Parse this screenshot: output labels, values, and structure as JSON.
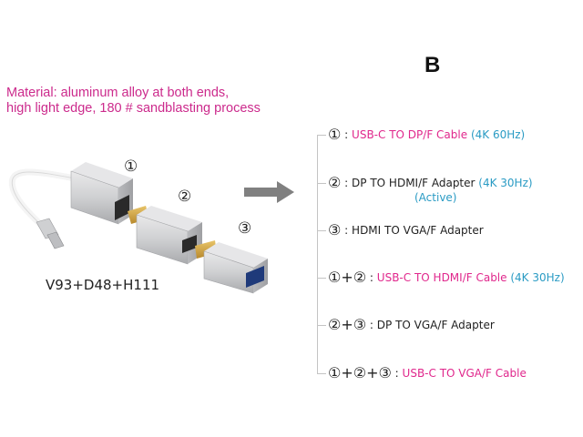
{
  "letter": "B",
  "material": {
    "line1": "Material: aluminum alloy at both ends,",
    "line2": "high light edge, 180 # sandblasting process"
  },
  "model": "V93+D48+H111",
  "markers": {
    "m1": "①",
    "m2": "②",
    "m3": "③"
  },
  "colors": {
    "pink": "#e0278c",
    "teal": "#2a9bc4",
    "magenta_text": "#cc2a8c"
  },
  "items": [
    {
      "prefix": "①",
      "sep": ":",
      "main": "USB-C TO DP/F Cable",
      "extra": "(4K 60Hz)"
    },
    {
      "prefix": "②",
      "sep": ":",
      "main": "DP TO HDMI/F Adapter",
      "extra": "(4K 30Hz)",
      "extra2": "(Active)"
    },
    {
      "prefix": "③",
      "sep": ":",
      "main": "HDMI TO VGA/F Adapter"
    },
    {
      "prefix": "①+②",
      "sep": ":",
      "main": "USB-C TO HDMI/F Cable",
      "extra": "(4K 30Hz)"
    },
    {
      "prefix": "②+③",
      "sep": ":",
      "main": "DP TO VGA/F Adapter"
    },
    {
      "prefix": "①+②+③",
      "sep": ":",
      "main": "USB-C TO VGA/F Cable"
    }
  ]
}
